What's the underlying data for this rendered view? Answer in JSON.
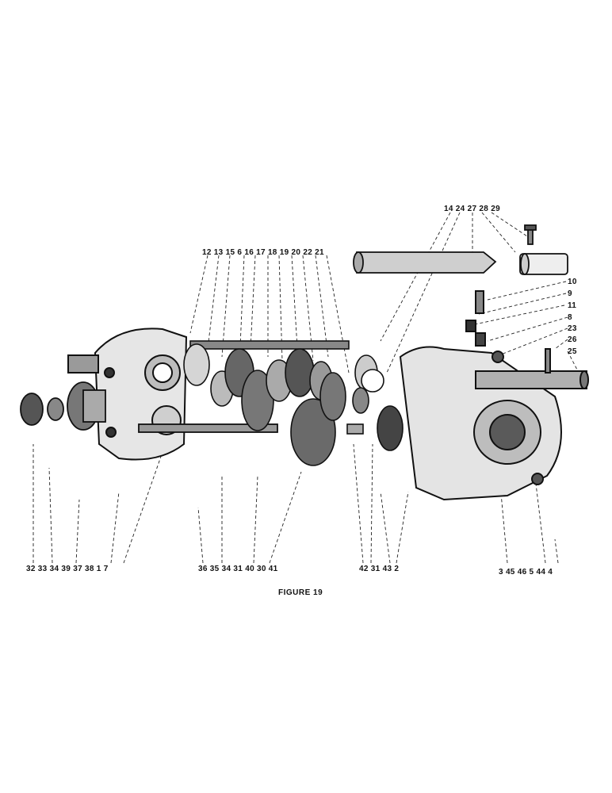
{
  "figure": {
    "caption": "FIGURE 19",
    "callouts": {
      "top_shaft_group": "14 24 27 28 29",
      "gear_group": "12 13 15 6 16 17 18 19 20 22 21",
      "right_1": "10",
      "right_2": "9",
      "right_3": "11",
      "right_4": "8",
      "right_5": "23",
      "right_6": "26",
      "right_7": "25",
      "bottom_left": "32 33 34 39 37 38 1 7",
      "bottom_middle": "36 35 34 31 40 30 41",
      "bottom_center": "42 31 43 2",
      "bottom_right": "3 45 46 5 44 4"
    }
  }
}
